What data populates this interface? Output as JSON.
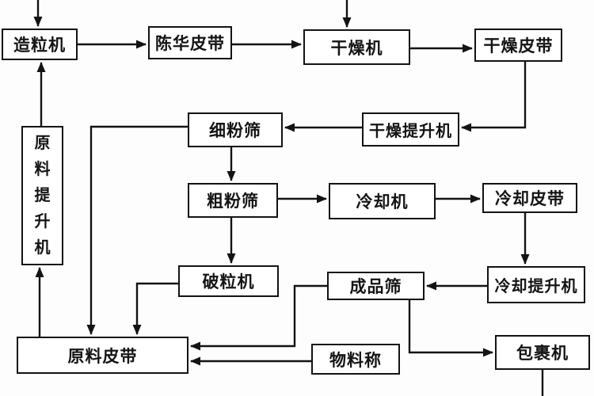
{
  "diagram": {
    "type": "flowchart",
    "description_labels": {
      "language": "zh"
    },
    "colors": {
      "line": "#131313",
      "box_border": "#131313",
      "box_fill": "#ffffff",
      "background": "#fdfdfd",
      "text": "#141414"
    },
    "nodes": [
      {
        "id": "granulator",
        "label": "造粒机"
      },
      {
        "id": "aging-belt",
        "label": "陈华皮带"
      },
      {
        "id": "dryer",
        "label": "干燥机"
      },
      {
        "id": "drying-belt",
        "label": "干燥皮带"
      },
      {
        "id": "drying-elevator",
        "label": "干燥提升机"
      },
      {
        "id": "fine-powder-sieve",
        "label": "细粉筛"
      },
      {
        "id": "coarse-powder-sieve",
        "label": "粗粉筛"
      },
      {
        "id": "cooler",
        "label": "冷却机"
      },
      {
        "id": "cooling-belt",
        "label": "冷却皮带"
      },
      {
        "id": "cooling-elevator",
        "label": "冷却提升机"
      },
      {
        "id": "product-sieve",
        "label": "成品筛"
      },
      {
        "id": "crusher",
        "label": "破粒机"
      },
      {
        "id": "raw-material-elevator",
        "label": "原料提升机"
      },
      {
        "id": "raw-material-belt",
        "label": "原料皮带"
      },
      {
        "id": "material-scale",
        "label": "物料称"
      },
      {
        "id": "wrapping-machine",
        "label": "包裹机"
      }
    ],
    "edges": [
      {
        "from": "offscreen-top-feed-1",
        "to": "造粒机"
      },
      {
        "from": "offscreen-top-feed-2",
        "to": "干燥机"
      },
      {
        "from": "造粒机",
        "to": "陈华皮带"
      },
      {
        "from": "陈华皮带",
        "to": "干燥机"
      },
      {
        "from": "干燥机",
        "to": "干燥皮带"
      },
      {
        "from": "干燥皮带",
        "to": "干燥提升机"
      },
      {
        "from": "干燥提升机",
        "to": "细粉筛"
      },
      {
        "from": "细粉筛",
        "to": "原料皮带"
      },
      {
        "from": "细粉筛",
        "to": "粗粉筛"
      },
      {
        "from": "粗粉筛",
        "to": "冷却机"
      },
      {
        "from": "粗粉筛",
        "to": "破粒机"
      },
      {
        "from": "冷却机",
        "to": "冷却皮带"
      },
      {
        "from": "冷却皮带",
        "to": "冷却提升机"
      },
      {
        "from": "冷却提升机",
        "to": "成品筛"
      },
      {
        "from": "成品筛",
        "to": "原料皮带"
      },
      {
        "from": "成品筛",
        "to": "包裹机"
      },
      {
        "from": "破粒机",
        "to": "原料皮带"
      },
      {
        "from": "物料称",
        "to": "原料皮带"
      },
      {
        "from": "原料皮带",
        "to": "原料提升机"
      },
      {
        "from": "原料提升机",
        "to": "造粒机"
      },
      {
        "from": "包裹机",
        "to": "offscreen-bottom-out"
      }
    ]
  }
}
